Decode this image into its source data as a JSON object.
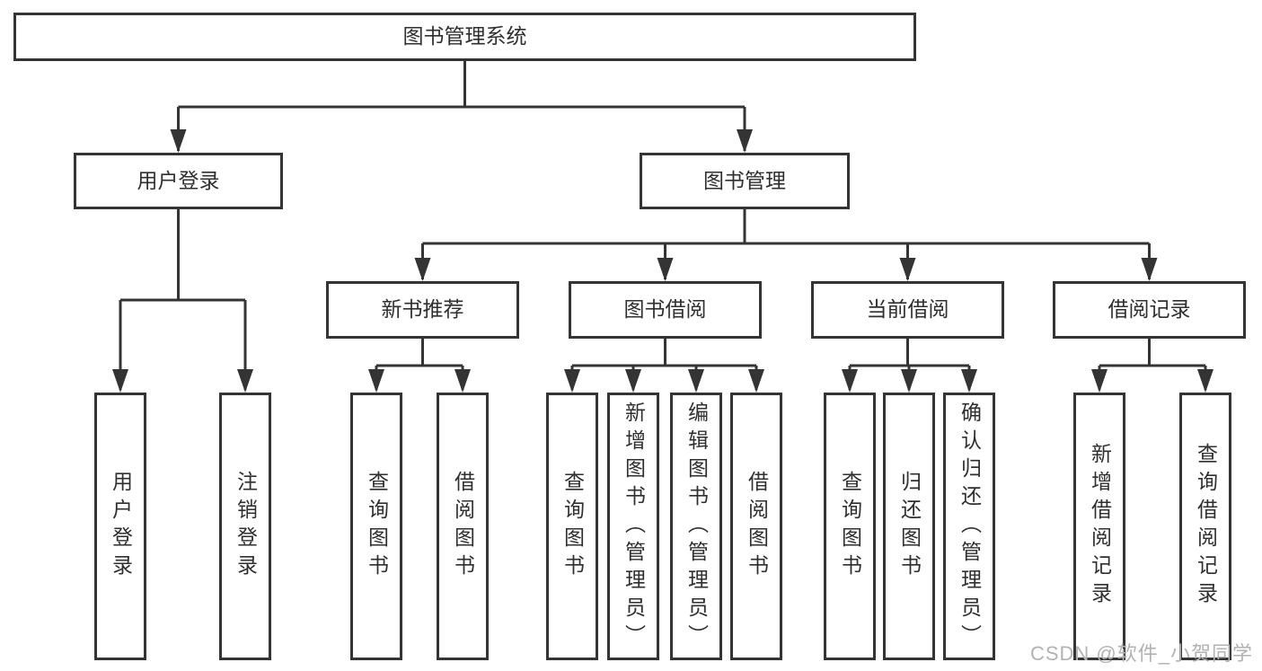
{
  "diagram": {
    "root": {
      "label": "图书管理系统"
    },
    "level2": {
      "user_login": {
        "label": "用户登录",
        "children": {
          "login": "用户登录",
          "logout": "注销登录"
        }
      },
      "book_management": {
        "label": "图书管理",
        "children": {
          "new_book_recommend": {
            "label": "新书推荐",
            "children": {
              "query_book": "查询图书",
              "borrow_book": "借阅图书"
            }
          },
          "book_borrowing": {
            "label": "图书借阅",
            "children": {
              "query_book": "查询图书",
              "add_book": "新增图书（管理员）",
              "edit_book": "编辑图书（管理员）",
              "borrow_book": "借阅图书"
            }
          },
          "current_borrowing": {
            "label": "当前借阅",
            "children": {
              "query_book": "查询图书",
              "return_book": "归还图书",
              "confirm_return": "确认归还（管理员）"
            }
          },
          "borrowing_records": {
            "label": "借阅记录",
            "children": {
              "add_record": "新增借阅记录",
              "query_record": "查询借阅记录"
            }
          }
        }
      }
    },
    "watermark": "CSDN @软件_小贺同学",
    "colors": {
      "line": "#343434",
      "text": "#2f2f2f",
      "background": "#ffffff",
      "watermark": "#b2b2b2"
    }
  }
}
